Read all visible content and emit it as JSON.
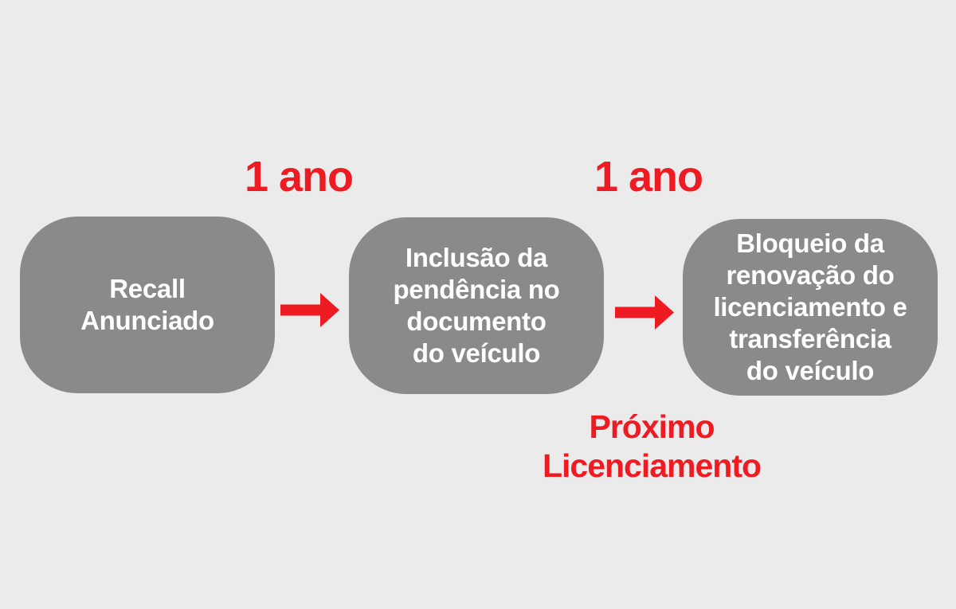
{
  "diagram": {
    "type": "flow",
    "colors": {
      "background": "#EBEBEB",
      "node_fill": "#8A8A8A",
      "node_text": "#FFFFFF",
      "accent": "#EE1B23"
    },
    "nodes": [
      {
        "id": "recall-anunciado",
        "label": "Recall\nAnunciado"
      },
      {
        "id": "inclusao-pendencia",
        "label": "Inclusão da\npendência no\ndocumento\ndo veículo"
      },
      {
        "id": "bloqueio-renovacao",
        "label": "Bloqueio da\nrenovação do\nlicenciamento e\ntransferência\ndo veículo"
      }
    ],
    "interval_labels": [
      {
        "label": "1 ano"
      },
      {
        "label": "1 ano"
      }
    ],
    "arrows": [
      {
        "icon": "arrow-right"
      },
      {
        "icon": "arrow-right"
      }
    ],
    "footnote": "Próximo\nLicenciamento"
  }
}
